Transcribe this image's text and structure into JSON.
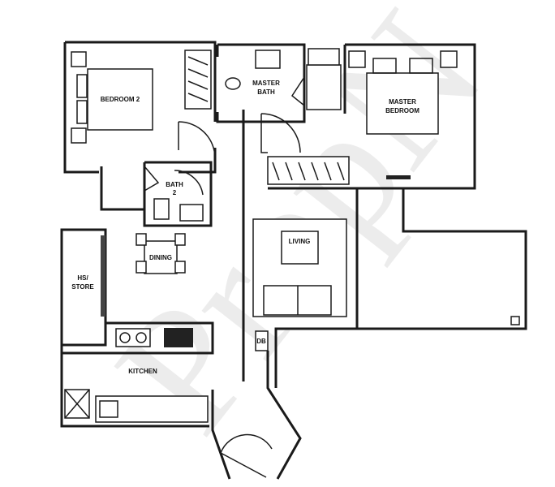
{
  "rooms": {
    "bedroom2": "BEDROOM 2",
    "master_bath_1": "MASTER",
    "master_bath_2": "BATH",
    "master_bedroom_1": "MASTER",
    "master_bedroom_2": "BEDROOM",
    "bath2_1": "BATH",
    "bath2_2": "2",
    "dining": "DINING",
    "living": "LIVING",
    "household_shelter_1": "HS/",
    "household_shelter_2": "STORE",
    "kitchen": "KITCHEN",
    "db": "DB"
  },
  "watermark": "PropN"
}
